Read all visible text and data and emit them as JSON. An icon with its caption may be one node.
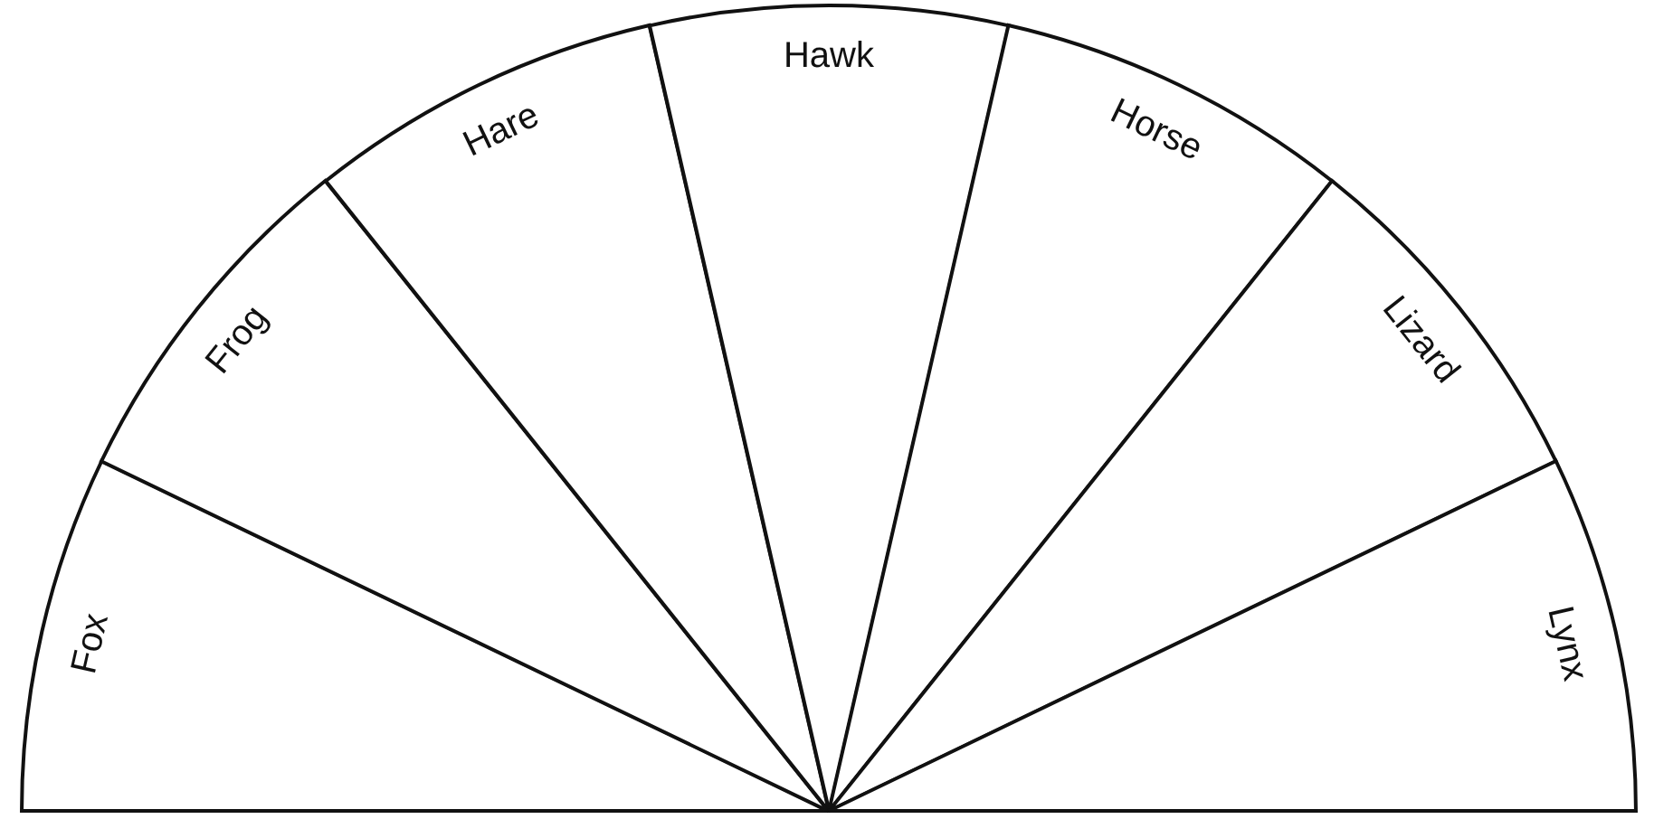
{
  "diagram": {
    "nodes": [
      {
        "text": [
          "Fox"
        ]
      },
      {
        "text": [
          "Frog"
        ]
      },
      {
        "text": [
          "Hare"
        ]
      },
      {
        "text": [
          "Hawk"
        ]
      },
      {
        "text": [
          "Horse"
        ]
      },
      {
        "text": [
          "Lizard"
        ]
      },
      {
        "text": [
          "Lynx"
        ]
      }
    ]
  }
}
